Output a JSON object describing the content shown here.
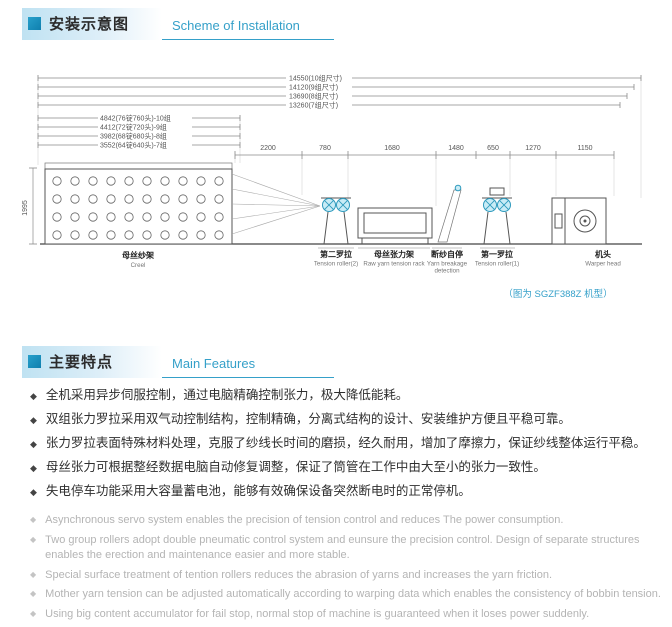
{
  "colors": {
    "accent": "#35a0c9",
    "feature_text": "#2f2f2f",
    "feature_text_en": "#b4b4b4"
  },
  "bullets": {
    "diamond": "◆"
  },
  "header1": {
    "title_cn": "安装示意图",
    "title_en": "Scheme of Installation"
  },
  "header2": {
    "title_cn": "主要特点",
    "title_en": "Main Features"
  },
  "diagram": {
    "top_dims": [
      "14550(10组尺寸)",
      "14120(9组尺寸)",
      "13690(8组尺寸)",
      "13260(7组尺寸)"
    ],
    "left_dims": [
      "4842(76锭760头)-10组",
      "4412(72锭720头)-9组",
      "3982(68锭680头)-8组",
      "3552(64锭640头)-7组"
    ],
    "h_dims": [
      "2200",
      "780",
      "1680",
      "1480",
      "650",
      "1270",
      "1150"
    ],
    "v_dim": "1995",
    "labels": {
      "creel_cn": "母丝纱架",
      "creel_en": "Creel",
      "roller2_cn": "第二罗拉",
      "roller2_en": "Tension roller(2)",
      "rack_cn": "母丝张力架",
      "rack_en": "Raw yarn tension rack",
      "break_cn": "断纱自停",
      "break_en1": "Yarn breakage",
      "break_en2": "detection",
      "roller1_cn": "第一罗拉",
      "roller1_en": "Tension roller(1)",
      "head_cn": "机头",
      "head_en": "Warper head"
    },
    "model_note": "（图为 SGZF388Z 机型）"
  },
  "features_cn": [
    "全机采用异步伺服控制，通过电脑精确控制张力，极大降低能耗。",
    "双组张力罗拉采用双气动控制结构，控制精确，分离式结构的设计、安装维护方便且平稳可靠。",
    "张力罗拉表面特殊材料处理，克服了纱线长时间的磨损，经久耐用，增加了摩擦力，保证纱线整体运行平稳。",
    "母丝张力可根据整经数据电脑自动修复调整，保证了筒管在工作中由大至小的张力一致性。",
    "失电停车功能采用大容量蓄电池，能够有效确保设备突然断电时的正常停机。"
  ],
  "features_en": [
    "Asynchronous servo system enables the precision of tension control and reduces The power consumption.",
    "Two group rollers adopt double pneumatic control system and eunsure the precision control. Design of separate structures enables the erection and maintenance easier and more stable.",
    "Special surface treatment of tention rollers reduces the abrasion of yarns and increases the yarn friction.",
    "Mother yarn tension can be adjusted automatically according to warping data which enables the consistency of bobbin tension.",
    "Using big content accumulator for fail stop, normal stop of machine is guaranteed when it loses power suddenly."
  ]
}
